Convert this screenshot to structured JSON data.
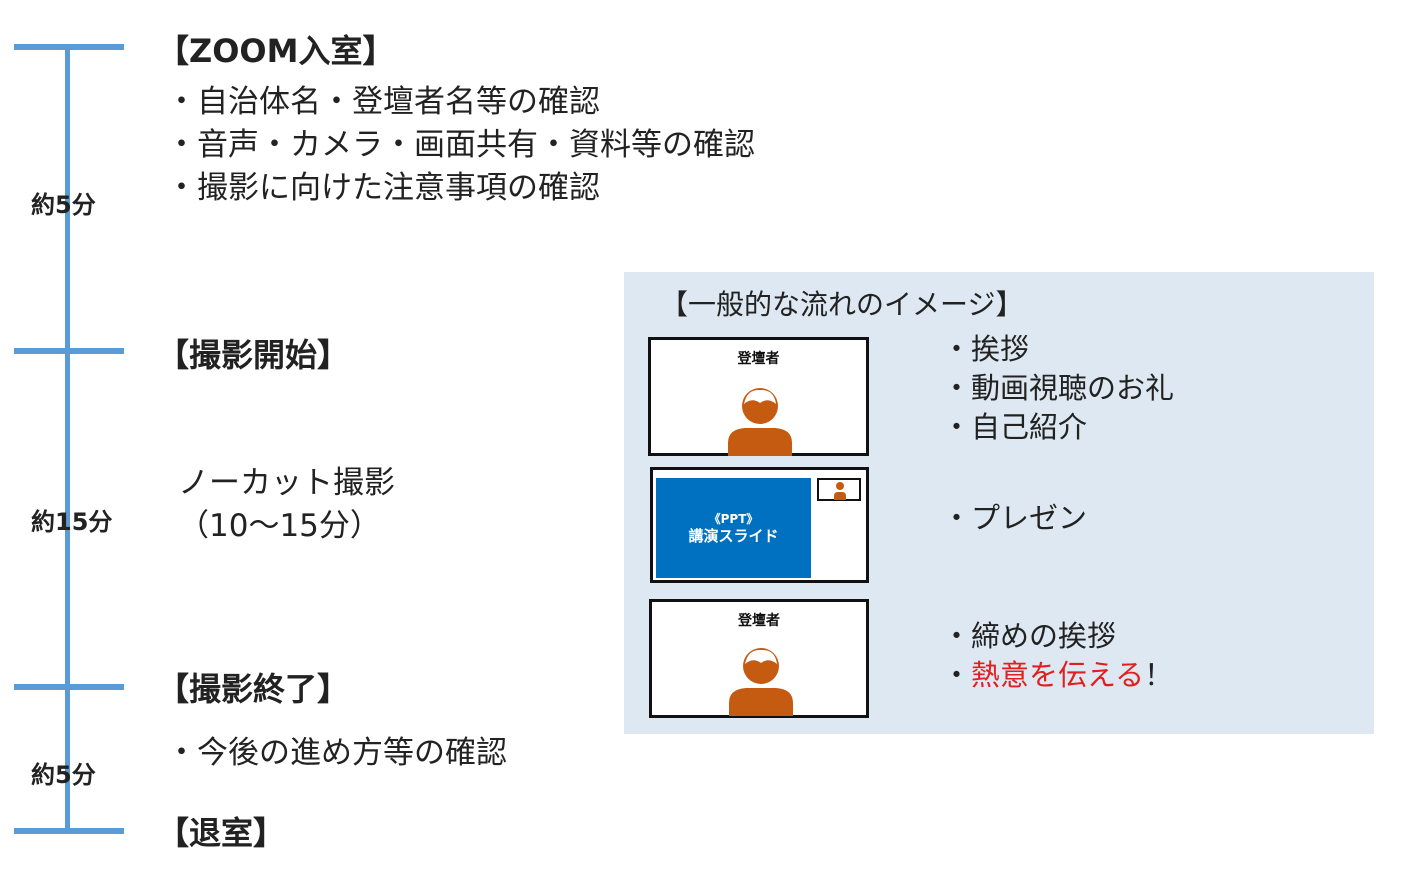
{
  "timeline": {
    "durations": [
      "約5分",
      "約15分",
      "約5分"
    ],
    "phases": [
      "【ZOOM入室】",
      "【撮影開始】",
      "【撮影終了】",
      "【退室】"
    ],
    "entry_items": [
      "・自治体名・登壇者名等の確認",
      "・音声・カメラ・画面共有・資料等の確認",
      "・撮影に向けた注意事項の確認"
    ],
    "shooting": [
      "ノーカット撮影",
      "（10～15分）"
    ],
    "end_items": [
      "・今後の進め方等の確認"
    ]
  },
  "flow": {
    "title": "【一般的な流れのイメージ】",
    "speaker_label": "登壇者",
    "slide_line1": "《PPT》",
    "slide_line2": "講演スライド",
    "opening_items": [
      "・挨拶",
      "・動画視聴のお礼",
      "・自己紹介"
    ],
    "middle_items": [
      "・プレゼン"
    ],
    "closing_item": "・締めの挨拶",
    "closing_prefix": "・",
    "closing_emphasis": "熱意を伝える",
    "closing_suffix": "！"
  },
  "colors": {
    "timeline_line": "#5b9bd5",
    "panel_background": "#dde8f2",
    "avatar": "#c55a11",
    "slide": "#0070c0",
    "emphasis": "#e02020"
  },
  "icons": [
    "person-icon"
  ]
}
